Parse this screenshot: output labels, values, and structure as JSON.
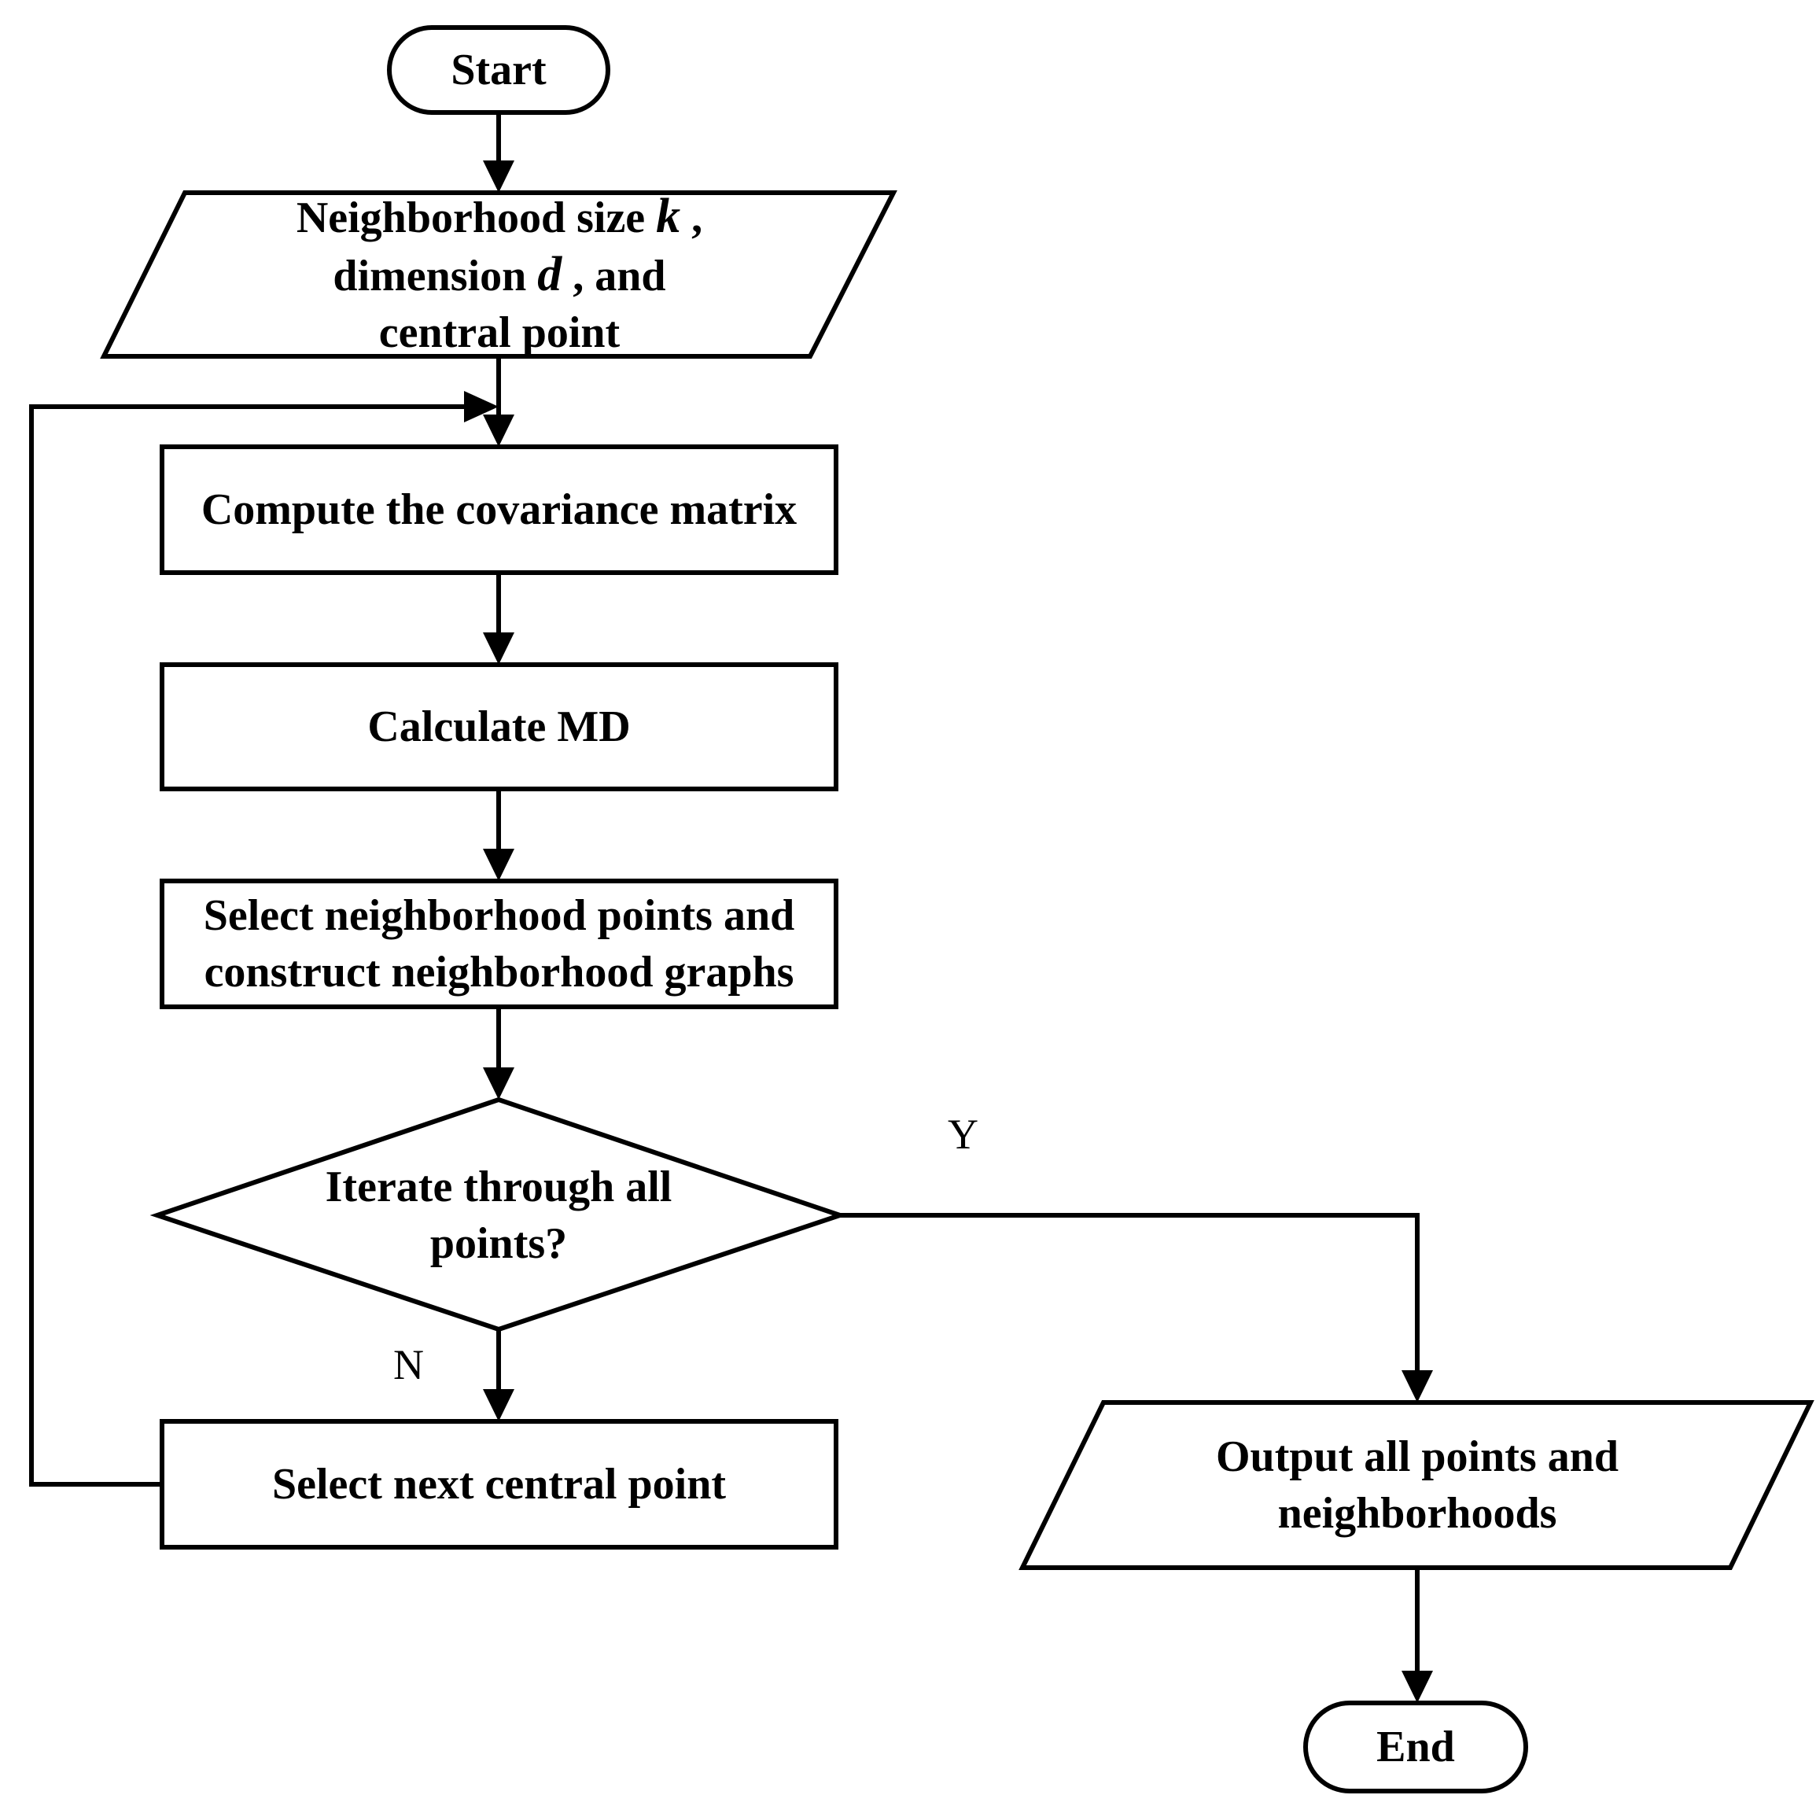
{
  "nodes": {
    "start": {
      "label": "Start"
    },
    "input": {
      "line1_a": "Neighborhood size ",
      "line1_var": "k",
      "line1_b": " ,",
      "line2_a": "dimension ",
      "line2_var": "d",
      "line2_b": " , and",
      "line3": "central point"
    },
    "covariance": {
      "label": "Compute the covariance matrix"
    },
    "md": {
      "label": "Calculate MD"
    },
    "select": {
      "line1": "Select neighborhood points and",
      "line2": "construct neighborhood graphs"
    },
    "decision": {
      "line1": "Iterate through all",
      "line2": "points?"
    },
    "next": {
      "label": "Select next central point"
    },
    "output": {
      "line1": "Output all points and",
      "line2": "neighborhoods"
    },
    "end": {
      "label": "End"
    }
  },
  "edges": {
    "yes_label": "Y",
    "no_label": "N"
  }
}
